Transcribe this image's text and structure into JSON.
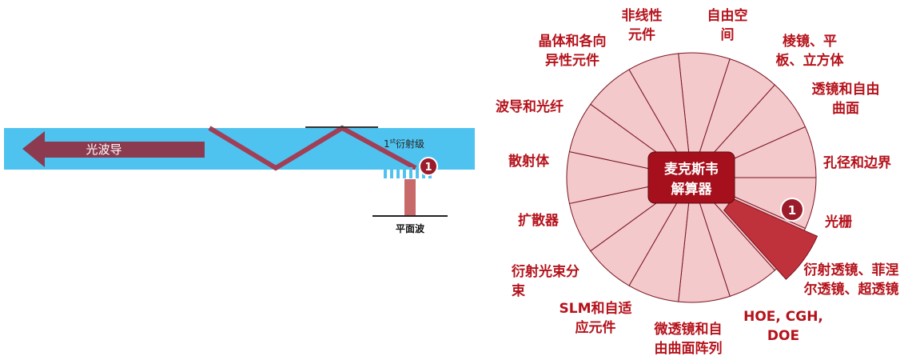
{
  "waveguide": {
    "arrow_label": "光波导",
    "diffraction_sup": "st",
    "diffraction_num": "1",
    "diffraction_text": "衍射级",
    "plane_wave_label": "平面波",
    "marker_number": "1"
  },
  "wheel": {
    "center_line1": "麦克斯韦",
    "center_line2": "解算器",
    "highlight_marker": "1",
    "labels": {
      "nonlinear": [
        "非线性",
        "元件"
      ],
      "free_space": [
        "自由空",
        "间"
      ],
      "prism": [
        "棱镜、平",
        "板、立方体"
      ],
      "freeform_lens": [
        "透镜和自由",
        "曲面"
      ],
      "aperture": [
        "孔径和边界"
      ],
      "grating": [
        "光栅"
      ],
      "diffractive_lens": [
        "衍射透镜、菲涅",
        "尔透镜、超透镜"
      ],
      "hoe": [
        "HOE, CGH,",
        "DOE"
      ],
      "micro_lens": [
        "微透镜和自",
        "由曲面阵列"
      ],
      "slm": [
        "SLM和自适",
        "应元件"
      ],
      "beam_splitter": [
        "衍射光束分",
        "束"
      ],
      "diffuser": [
        "扩散器"
      ],
      "scatterer": [
        "散射体"
      ],
      "waveguide_fiber": [
        "波导和光纤"
      ],
      "crystal": [
        "晶体和各向",
        "异性元件"
      ]
    }
  },
  "colors": {
    "waveguide_fill": "#4fc3ef",
    "arrow": "#8b3a4f",
    "ray": "#a03f55",
    "plane_wave": "#c96a6a",
    "segment_fill": "#f3c9cc",
    "segment_stroke": "#7a1420",
    "center_fill": "#a6101c",
    "highlight_fill": "#c0323b",
    "marker_fill": "#9b1b2a",
    "label_text": "#b5121b"
  }
}
